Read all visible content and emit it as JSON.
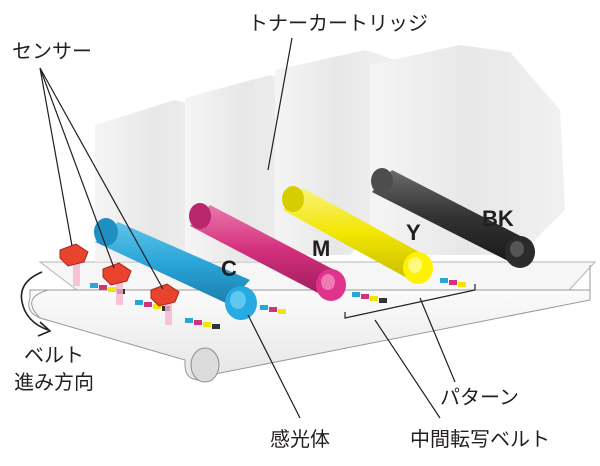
{
  "labels": {
    "toner_cartridge": "トナーカートリッジ",
    "sensor": "センサー",
    "belt_direction_line1": "ベルト",
    "belt_direction_line2": "進み方向",
    "pattern": "パターン",
    "photoconductor": "感光体",
    "intermediate_transfer_belt": "中間転写ベルト"
  },
  "drum_labels": {
    "cyan": "C",
    "magenta": "M",
    "yellow": "Y",
    "black": "BK"
  },
  "colors": {
    "cyan": "#2aa5d8",
    "magenta": "#d4307d",
    "yellow": "#f2e600",
    "black": "#333333",
    "sensor": "#e8432c",
    "sensor_beam": "#f7b5cf",
    "cartridge": "#e6e6e6",
    "belt": "#f3f3f3"
  }
}
